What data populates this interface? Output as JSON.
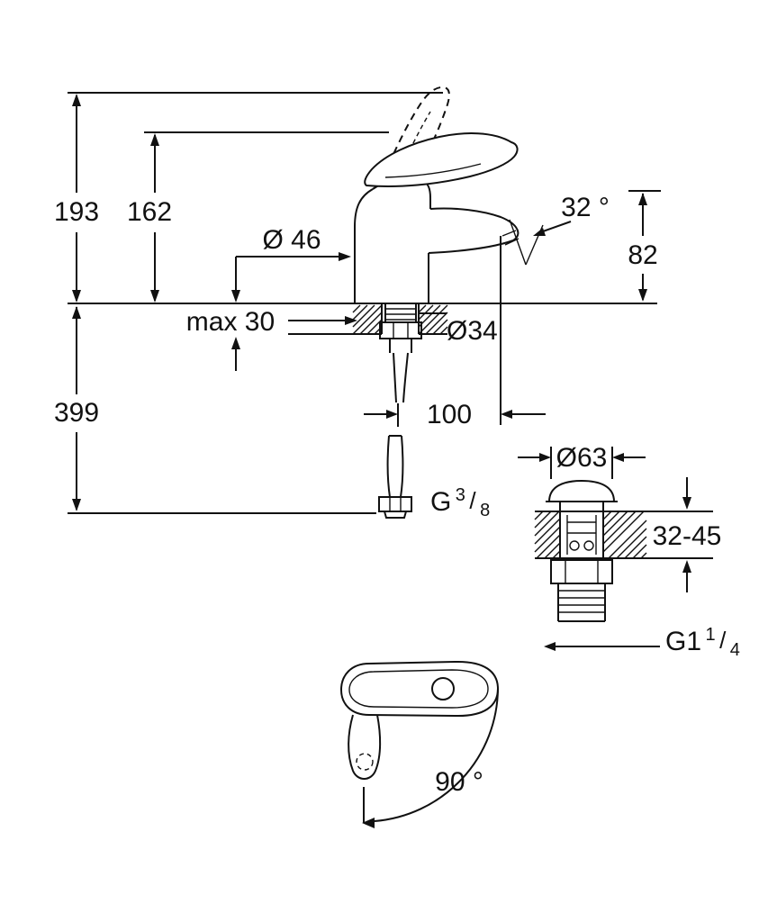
{
  "page": {
    "background": "#ffffff",
    "ink": "#111111"
  },
  "labels": {
    "total_height": "193",
    "spout_height": "162",
    "body_diameter": "Ø 46",
    "spout_angle": "32 °",
    "outlet_height": "82",
    "max_deck_thickness": "max 30",
    "hole_diameter": "Ø34",
    "hose_length": "399",
    "projection": "100",
    "supply_thread": {
      "prefix": "G",
      "numerator": "3",
      "slash": "/",
      "denominator": "8"
    },
    "waste_flange_diameter": "Ø63",
    "waste_deck_range": "32-45",
    "waste_thread": {
      "prefix": "G1",
      "numerator": "1",
      "slash": "/",
      "denominator": "4"
    },
    "handle_swing_angle": "90 °"
  }
}
